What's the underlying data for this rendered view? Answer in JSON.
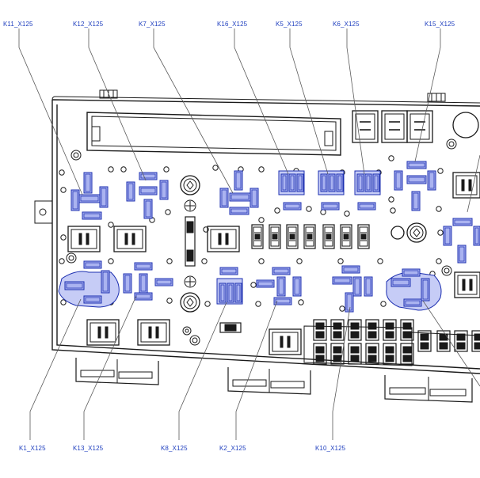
{
  "diagram": {
    "colors": {
      "line": "#1a1a1a",
      "leader": "#5a5a5a",
      "label": "#1f3fbf",
      "connector_fill": "#aab3f0",
      "connector_stroke": "#1c2fb0",
      "highlight_fill": "#c6ccf6"
    },
    "labels": {
      "K11_X125": "K11_X125",
      "K12_X125": "K12_X125",
      "K7_X125": "K7_X125",
      "K16_X125": "K16_X125",
      "K5_X125": "K5_X125",
      "K6_X125": "K6_X125",
      "K15_X125": "K15_X125",
      "K1_X125": "K1_X125",
      "K13_X125": "K13_X125",
      "K8_X125": "K8_X125",
      "K2_X125": "K2_X125",
      "K10_X125": "K10_X125"
    }
  }
}
